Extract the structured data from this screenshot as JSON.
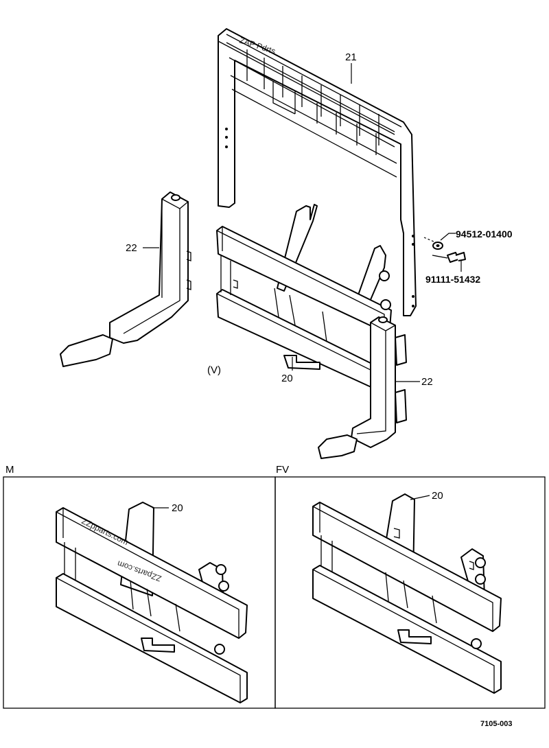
{
  "callouts": {
    "backrest": "21",
    "fork_left": "22",
    "fork_right": "22",
    "carriage": "20",
    "washer": "94512-01400",
    "bolt": "91111-51432",
    "variant_label": "(V)",
    "panel_m_carriage": "20",
    "panel_fv_carriage": "20"
  },
  "panels": {
    "m_title": "M",
    "fv_title": "FV"
  },
  "watermarks": {
    "backrest": "ZAP Pdrts",
    "m1": "ZZpparts.com",
    "m2": "ZZparts.com"
  },
  "figure_code": "7105-003"
}
